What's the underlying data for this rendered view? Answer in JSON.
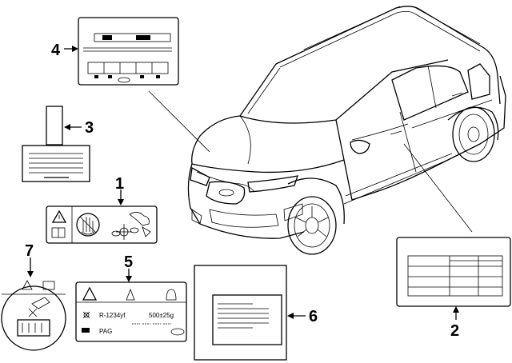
{
  "callouts": {
    "n1": "1",
    "n2": "2",
    "n3": "3",
    "n4": "4",
    "n5": "5",
    "n6": "6",
    "n7": "7"
  },
  "label5": {
    "refrigerant": "R-1234yf",
    "amount": "500±25g",
    "oil": "PAG"
  },
  "icons": {
    "warning": "warning-triangle-icon",
    "manual": "manual-book-icon",
    "hand": "no-touch-hand-icon",
    "fan": "fan-belt-icon"
  }
}
